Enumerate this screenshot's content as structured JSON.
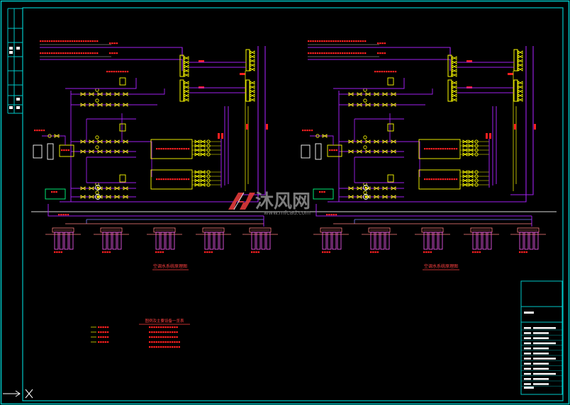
{
  "drawing": {
    "background": "#000000",
    "frame_color": "#00c8c8",
    "pipe_color": "#a020f0",
    "valve_color": "#ffff00",
    "alarm_color": "#ff2020",
    "bus_color": "#d8d8d8",
    "panel_color": "#ffffff",
    "watermark_color": "#8a8a8a",
    "watermark_accent": "#e03a3a"
  },
  "watermark": {
    "text": "沐风网",
    "url": "www.mfcad.com"
  },
  "schematics": [
    {
      "id": "left",
      "caption": "空调水系统原理图"
    },
    {
      "id": "right",
      "caption": "空调水系统原理图"
    }
  ],
  "legend": {
    "title": "图例及主要设备一览表"
  },
  "title_block": {
    "rows": 12
  }
}
